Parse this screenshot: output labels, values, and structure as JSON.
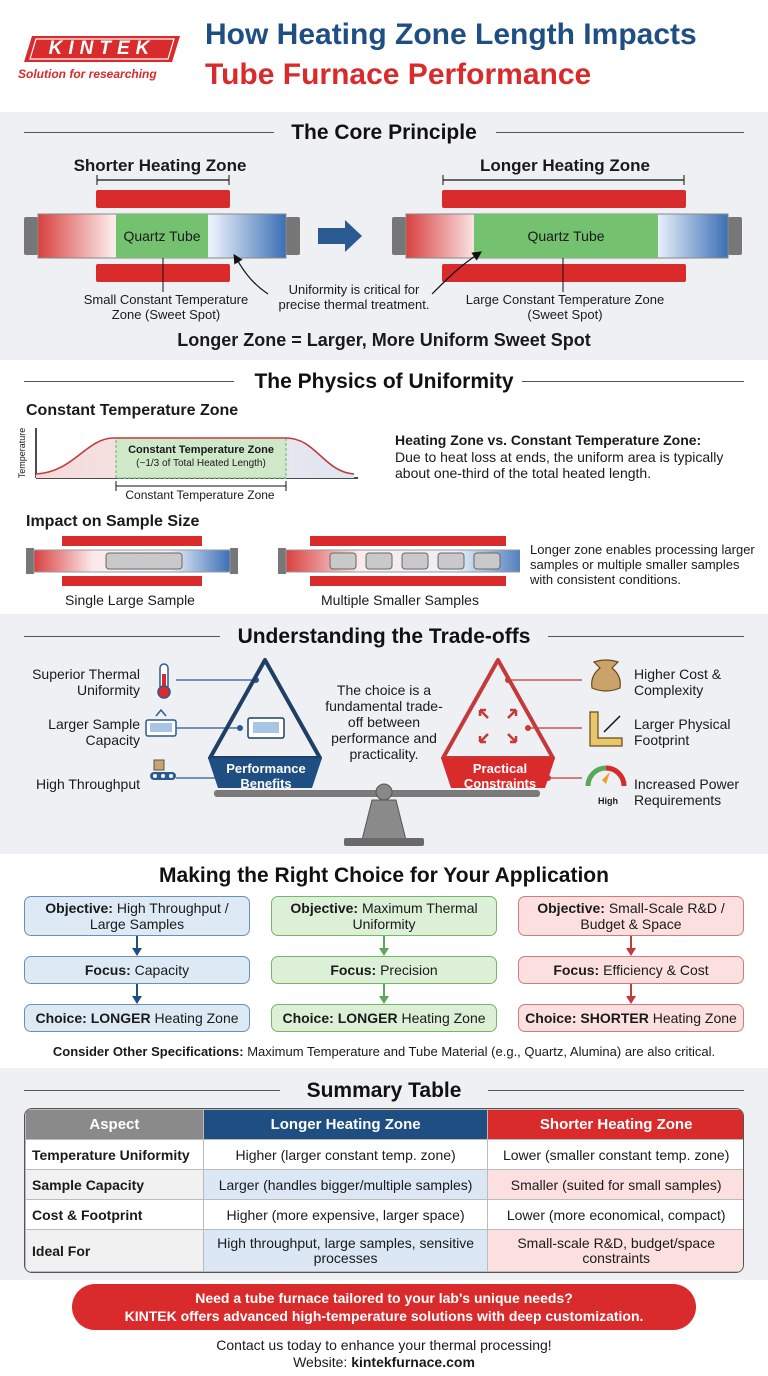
{
  "brand": {
    "name": "KINTEK",
    "tagline": "Solution for researching"
  },
  "header": {
    "title_line1": "How Heating Zone Length Impacts",
    "title_line2": "Tube Furnace Performance"
  },
  "core": {
    "title": "The Core Principle",
    "short_label": "Shorter Heating Zone",
    "long_label": "Longer Heating Zone",
    "tube_label": "Quartz Tube",
    "short_zone_caption": "Small Constant Temperature Zone (Sweet Spot)",
    "long_zone_caption": "Large Constant Temperature Zone (Sweet Spot)",
    "uniformity_note": "Uniformity is critical for precise thermal treatment.",
    "conclusion": "Longer Zone = Larger, More Uniform Sweet Spot"
  },
  "physics": {
    "title": "The Physics of Uniformity",
    "ctz_heading": "Constant Temperature Zone",
    "y_axis": "Temperature",
    "zone_box_title": "Constant Temperature Zone",
    "zone_box_sub": "(~1/3 of Total Heated Length)",
    "zone_axis_label": "Constant Temperature Zone",
    "explain_title": "Heating Zone vs. Constant Temperature Zone:",
    "explain_body": "Due to heat loss at ends, the uniform area is typically about one-third of the total heated length.",
    "sample_heading": "Impact on Sample Size",
    "single_label": "Single Large Sample",
    "multiple_label": "Multiple Smaller Samples",
    "sample_note": "Longer zone enables processing larger samples or multiple smaller samples with consistent conditions."
  },
  "tradeoffs": {
    "title": "Understanding the Trade-offs",
    "benefits": [
      "Superior Thermal Uniformity",
      "Larger Sample Capacity",
      "High Throughput"
    ],
    "constraints": [
      "Higher Cost & Complexity",
      "Larger Physical Footprint",
      "Increased Power Requirements"
    ],
    "benefits_label": "Performance Benefits",
    "constraints_label": "Practical Constraints",
    "center_note": "The choice is a fundamental trade-off between performance and practicality.",
    "gauge_label": "High"
  },
  "choice": {
    "title": "Making the Right Choice for Your Application",
    "columns": [
      {
        "objective_key": "Objective:",
        "objective": "High Throughput / Large Samples",
        "focus_key": "Focus:",
        "focus": "Capacity",
        "choice_key": "Choice:",
        "choice_strong": "LONGER",
        "choice_rest": "Heating Zone"
      },
      {
        "objective_key": "Objective:",
        "objective": "Maximum Thermal Uniformity",
        "focus_key": "Focus:",
        "focus": "Precision",
        "choice_key": "Choice:",
        "choice_strong": "LONGER",
        "choice_rest": "Heating Zone"
      },
      {
        "objective_key": "Objective:",
        "objective": "Small-Scale R&D / Budget & Space",
        "focus_key": "Focus:",
        "focus": "Efficiency & Cost",
        "choice_key": "Choice:",
        "choice_strong": "SHORTER",
        "choice_rest": "Heating Zone"
      }
    ],
    "other_key": "Consider Other Specifications:",
    "other_text": "Maximum Temperature and Tube Material (e.g., Quartz, Alumina) are also critical."
  },
  "summary": {
    "title": "Summary Table",
    "headers": [
      "Aspect",
      "Longer Heating Zone",
      "Shorter Heating Zone"
    ],
    "rows": [
      [
        "Temperature Uniformity",
        "Higher (larger constant temp. zone)",
        "Lower (smaller constant temp. zone)"
      ],
      [
        "Sample Capacity",
        "Larger (handles bigger/multiple samples)",
        "Smaller (suited for small samples)"
      ],
      [
        "Cost & Footprint",
        "Higher (more expensive, larger space)",
        "Lower (more economical, compact)"
      ],
      [
        "Ideal For",
        "High throughput, large samples, sensitive processes",
        "Small-scale R&D, budget/space constraints"
      ]
    ]
  },
  "footer": {
    "cta_line1": "Need a tube furnace tailored to your lab's unique needs?",
    "cta_line2": "KINTEK offers advanced high-temperature solutions with deep customization.",
    "contact": "Contact us today to enhance your thermal processing!",
    "website_key": "Website:",
    "website": "kintekfurnace.com"
  },
  "colors": {
    "navy": "#1f4e82",
    "red": "#d92b2b",
    "green": "#6cc06a",
    "panel": "#eef0f3"
  }
}
